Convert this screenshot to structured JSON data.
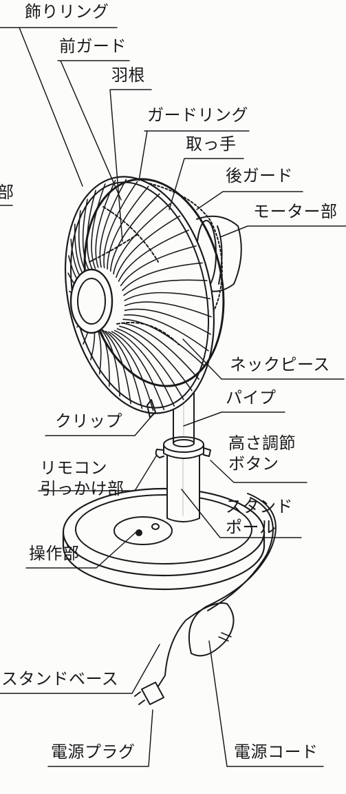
{
  "labels": {
    "kazari_ring": "飾りリング",
    "mae_guard": "前ガード",
    "hane": "羽根",
    "guard_ring": "ガードリング",
    "totte": "取っ手",
    "ato_guard": "後ガード",
    "partial_left": "部",
    "motor": "モーター部",
    "neck_piece": "ネックピース",
    "pipe": "パイプ",
    "clip": "クリップ",
    "height_button_line1": "高さ調節",
    "height_button_line2": "ボタン",
    "remocon_line1": "リモコン",
    "remocon_line2": "引っかけ部",
    "stand_pole_line1": "スタンド",
    "stand_pole_line2": "ポール",
    "sousa": "操作部",
    "stand_base": "スタンドベース",
    "plug": "電源プラグ",
    "cord": "電源コード"
  }
}
